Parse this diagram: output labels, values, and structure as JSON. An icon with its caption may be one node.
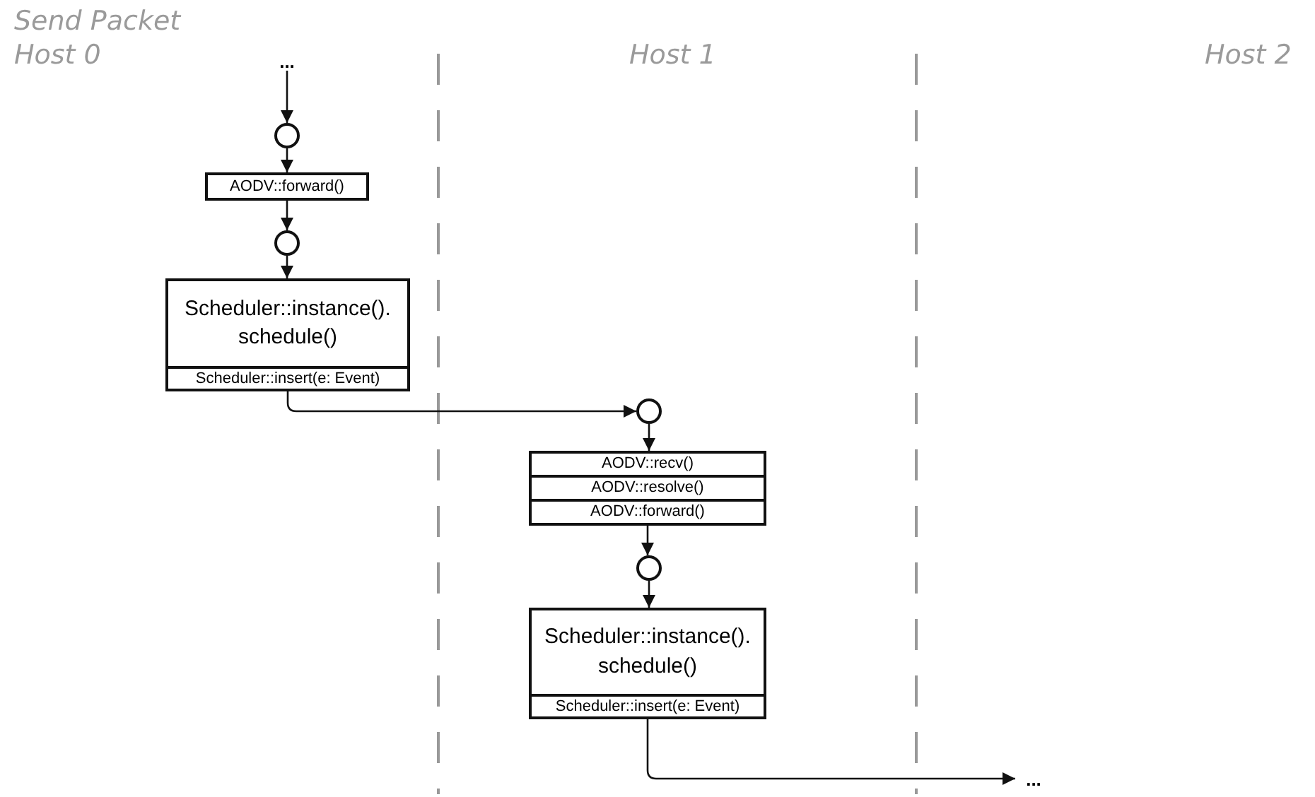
{
  "diagram": {
    "title": "Send Packet",
    "nodes": [
      {
        "text": [
          "..."
        ]
      },
      {
        "text": [],
        "shape": "circle"
      },
      {
        "text": [
          "AODV::forward()"
        ]
      },
      {
        "text": [],
        "shape": "circle"
      },
      {
        "text": [
          "Scheduler::instance(). schedule()"
        ]
      },
      {
        "text": [
          "Scheduler::insert(e: Event)"
        ]
      },
      {
        "text": [],
        "shape": "circle"
      },
      {
        "text": [
          "AODV::recv()"
        ]
      },
      {
        "text": [
          "AODV::resolve()"
        ]
      },
      {
        "text": [
          "AODV::forward()"
        ]
      },
      {
        "text": [],
        "shape": "circle"
      },
      {
        "text": [
          "Scheduler::instance(). schedule()"
        ]
      },
      {
        "text": [
          "Scheduler::insert(e: Event)"
        ]
      },
      {
        "text": [
          "..."
        ]
      }
    ],
    "edges": [
      {
        "from": 0,
        "to": 1,
        "arrow": "to"
      },
      {
        "from": 1,
        "to": 2,
        "arrow": "to"
      },
      {
        "from": 2,
        "to": 3,
        "arrow": "to"
      },
      {
        "from": 3,
        "to": 4,
        "arrow": "to"
      },
      {
        "from": 5,
        "to": 6,
        "arrow": "to"
      },
      {
        "from": 6,
        "to": 7,
        "arrow": "to"
      },
      {
        "from": 9,
        "to": 10,
        "arrow": "to"
      },
      {
        "from": 10,
        "to": 11,
        "arrow": "to"
      },
      {
        "from": 12,
        "to": 13,
        "arrow": "to"
      }
    ],
    "labels": [
      "Host 0",
      "Host 1",
      "Host 2"
    ]
  }
}
